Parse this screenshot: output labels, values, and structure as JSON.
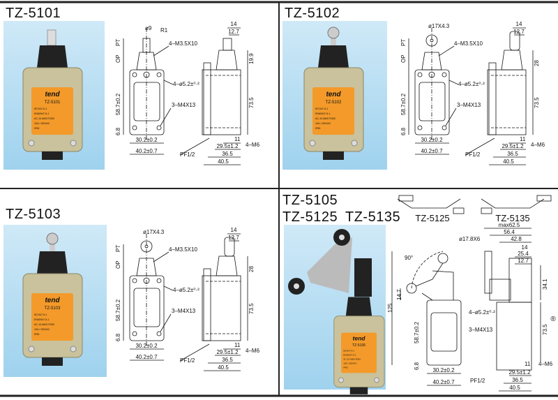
{
  "brand": "tend",
  "label_lines": [
    "IEC947-5-1",
    "EN60947-5-1",
    "AC-15  A600  R300",
    "10A / 250VAC",
    "IP65"
  ],
  "panels": [
    {
      "title": "TZ-5101",
      "model": "TZ-5101",
      "dims": {
        "head_dia": "ø9",
        "radius": "R1",
        "pt": "PT",
        "op": "OP",
        "screw": "4–M3.5X10",
        "hole": "4–ø5.2±⁰·²",
        "height": "58.7±0.2",
        "mount": "3–M4X13",
        "base": "6.8",
        "w1": "30.2±0.2",
        "w2": "40.2±0.7",
        "conduit": "PF1/2",
        "s14": "14",
        "s127": "12.7",
        "head_h": "19.9",
        "body_h": "73.5",
        "s11": "11",
        "m6": "4–M6",
        "d295": "29.5±1.2",
        "d365": "36.5",
        "d405": "40.5"
      }
    },
    {
      "title": "TZ-5102",
      "model": "TZ-5102",
      "dims": {
        "head_dia": "ø17X4.3",
        "radius": "",
        "pt": "PT",
        "op": "OP",
        "screw": "4–M3.5X10",
        "hole": "4–ø5.2±⁰·²",
        "height": "58.7±0.2",
        "mount": "3–M4X13",
        "base": "6.8",
        "w1": "30.2±0.2",
        "w2": "40.2±0.7",
        "conduit": "PF1/2",
        "s14": "14",
        "s127": "12.7",
        "head_h": "28",
        "body_h": "73.5",
        "s11": "11",
        "m6": "4–M6",
        "d295": "29.5±1.2",
        "d365": "36.5",
        "d405": "40.5"
      }
    },
    {
      "title": "TZ-5103",
      "model": "TZ-5103",
      "dims": {
        "head_dia": "ø17X4.3",
        "radius": "",
        "pt": "PT",
        "op": "OP",
        "screw": "4–M3.5X10",
        "hole": "4–ø5.2±⁰·²",
        "height": "58.7±0.2",
        "mount": "3–M4X13",
        "base": "6.8",
        "w1": "30.2±0.2",
        "w2": "40.2±0.7",
        "conduit": "PF1/2",
        "s14": "14",
        "s127": "12.7",
        "head_h": "28",
        "body_h": "73.5",
        "s11": "11",
        "m6": "4–M6",
        "d295": "29.5±1.2",
        "d365": "36.5",
        "d405": "40.5"
      }
    },
    {
      "title_line1": "TZ-5105",
      "title_line2a": "TZ-5125",
      "title_line2b": "TZ-5135",
      "model": "TZ-5105",
      "variant_labels": [
        "TZ-5125",
        "TZ-5135"
      ],
      "dims": {
        "roller": "ø17.8X6",
        "angle": "90°",
        "total_h": "125",
        "lever_h": "14.7",
        "hole": "4–ø5.2±⁰·²",
        "height": "58.7±0.2",
        "mount": "3–M4X13",
        "base": "6.8",
        "w1": "30.2±0.2",
        "w2": "40.2±0.7",
        "conduit": "PF1/2",
        "max": "max62.5",
        "d564": "56.4",
        "d428": "42.8",
        "s14": "14",
        "d254": "25.4",
        "s127": "12.7",
        "d341": "34.1",
        "body_h": "73.5",
        "s11": "11",
        "m6": "4–M6",
        "d295": "29.5±1.2",
        "d365": "36.5",
        "d405": "40.5"
      }
    }
  ],
  "registered_mark": "®"
}
